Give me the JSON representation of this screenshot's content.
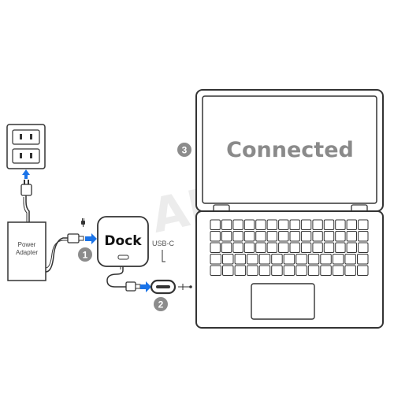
{
  "diagram": {
    "power_adapter_label": [
      "Power",
      "Adapter"
    ],
    "dock_label": "Dock",
    "usb_c_label": "USB-C",
    "screen_label": "Connected",
    "watermark": "ANYIDD",
    "steps": [
      {
        "number": "1"
      },
      {
        "number": "2"
      },
      {
        "number": "3"
      }
    ],
    "colors": {
      "arrow": "#1a73e8",
      "badge": "#8c8c8c",
      "outline": "#333333",
      "screen_text": "#8a8a8a"
    },
    "icons": [
      "wall-outlet-icon",
      "plug-icon",
      "power-plug-icon",
      "arrow-up-icon",
      "arrow-right-icon",
      "laptop-icon"
    ]
  }
}
